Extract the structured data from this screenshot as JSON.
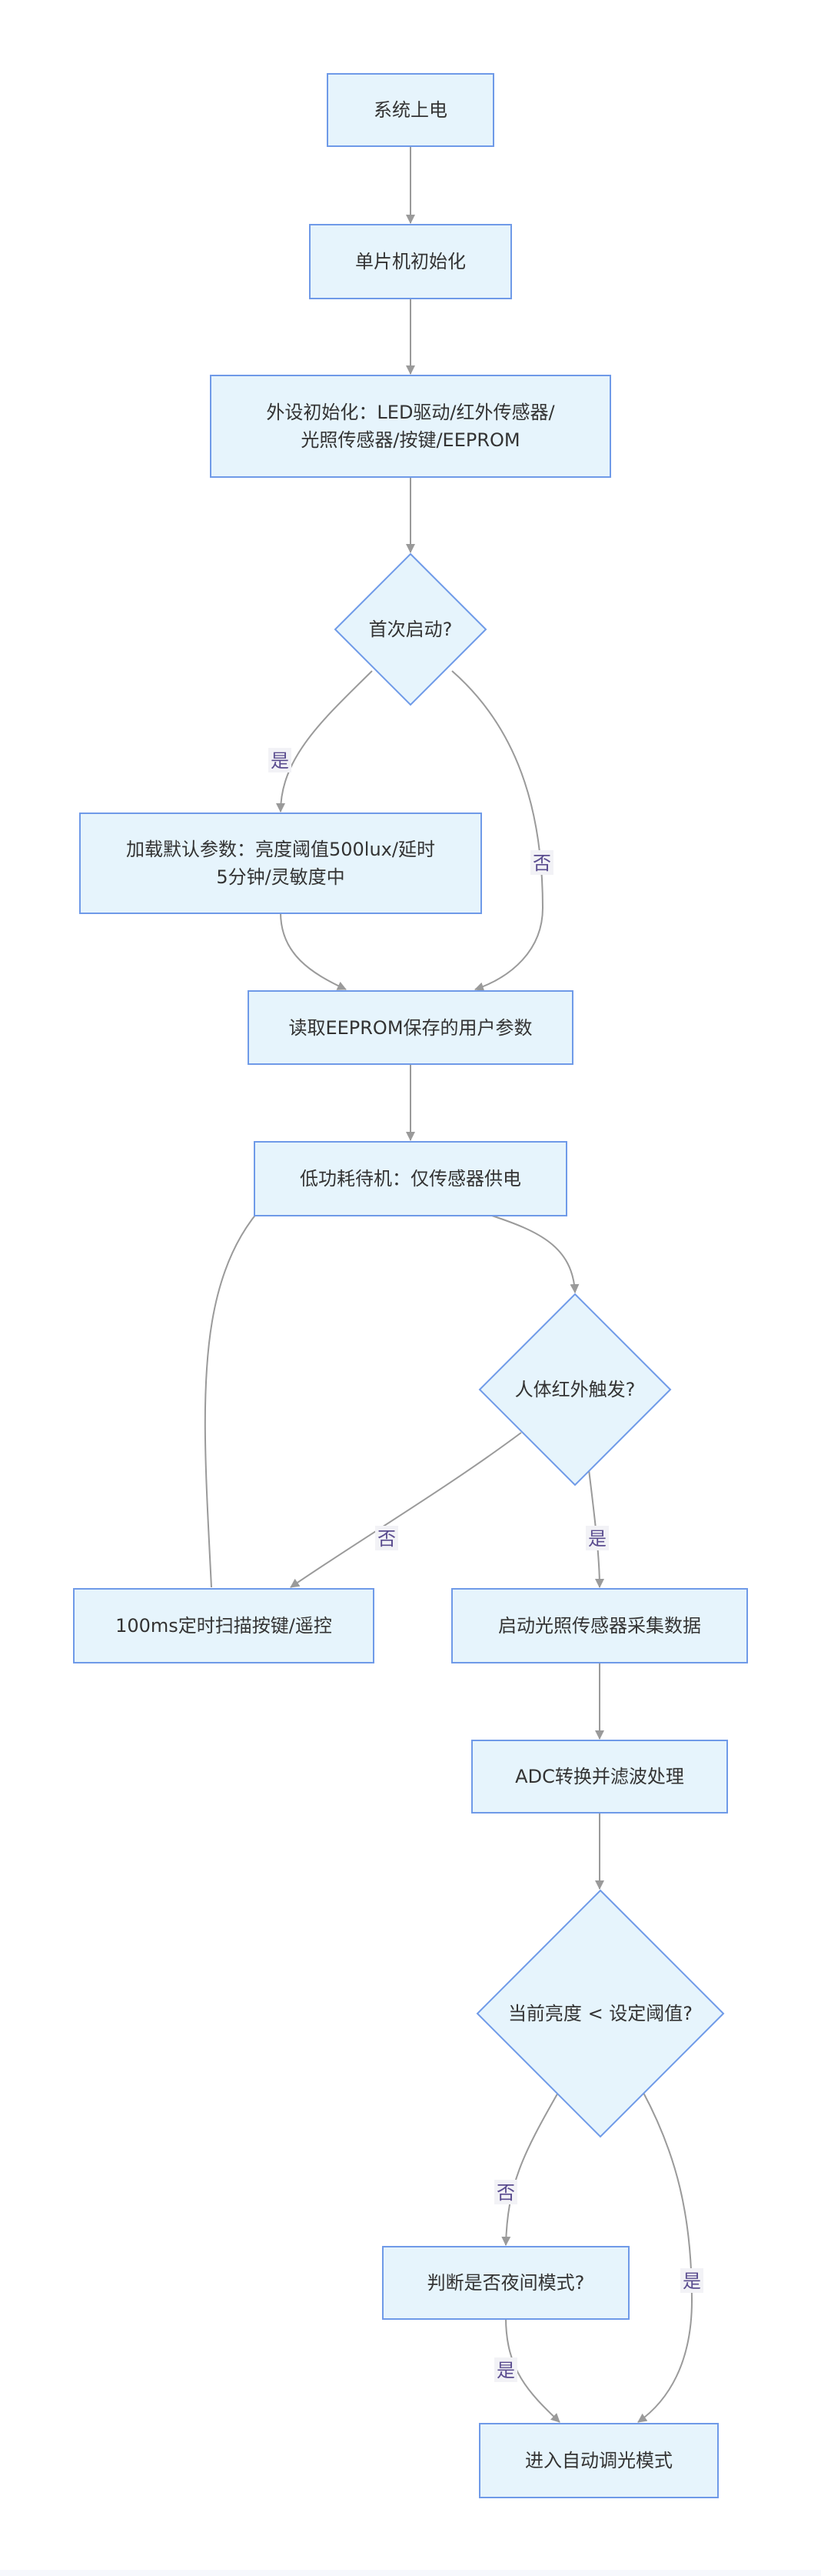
{
  "colors": {
    "node_fill": "#e6f4fc",
    "node_stroke": "#6f9ae8",
    "edge": "#9a9a9a",
    "text": "#333333",
    "label_bg": "#f2f2f6",
    "label_text": "#5a4c8f"
  },
  "nodes": {
    "n1": {
      "lines": [
        "系统上电"
      ]
    },
    "n2": {
      "lines": [
        "单片机初始化"
      ]
    },
    "n3": {
      "lines": [
        "外设初始化：LED驱动/红外传感器/",
        "光照传感器/按键/EEPROM"
      ]
    },
    "n4": {
      "lines": [
        "首次启动?"
      ]
    },
    "n5": {
      "lines": [
        "加载默认参数：亮度阈值500lux/延时",
        "5分钟/灵敏度中"
      ]
    },
    "n6": {
      "lines": [
        "读取EEPROM保存的用户参数"
      ]
    },
    "n7": {
      "lines": [
        "低功耗待机：仅传感器供电"
      ]
    },
    "n8": {
      "lines": [
        "人体红外触发?"
      ]
    },
    "n9": {
      "lines": [
        "100ms定时扫描按键/遥控"
      ]
    },
    "n10": {
      "lines": [
        "启动光照传感器采集数据"
      ]
    },
    "n11": {
      "lines": [
        "ADC转换并滤波处理"
      ]
    },
    "n12": {
      "lines": [
        "当前亮度 < 设定阈值?"
      ]
    },
    "n13": {
      "lines": [
        "判断是否夜间模式?"
      ]
    },
    "n14": {
      "lines": [
        "进入自动调光模式"
      ]
    }
  },
  "edge_labels": {
    "yes": "是",
    "no": "否"
  }
}
